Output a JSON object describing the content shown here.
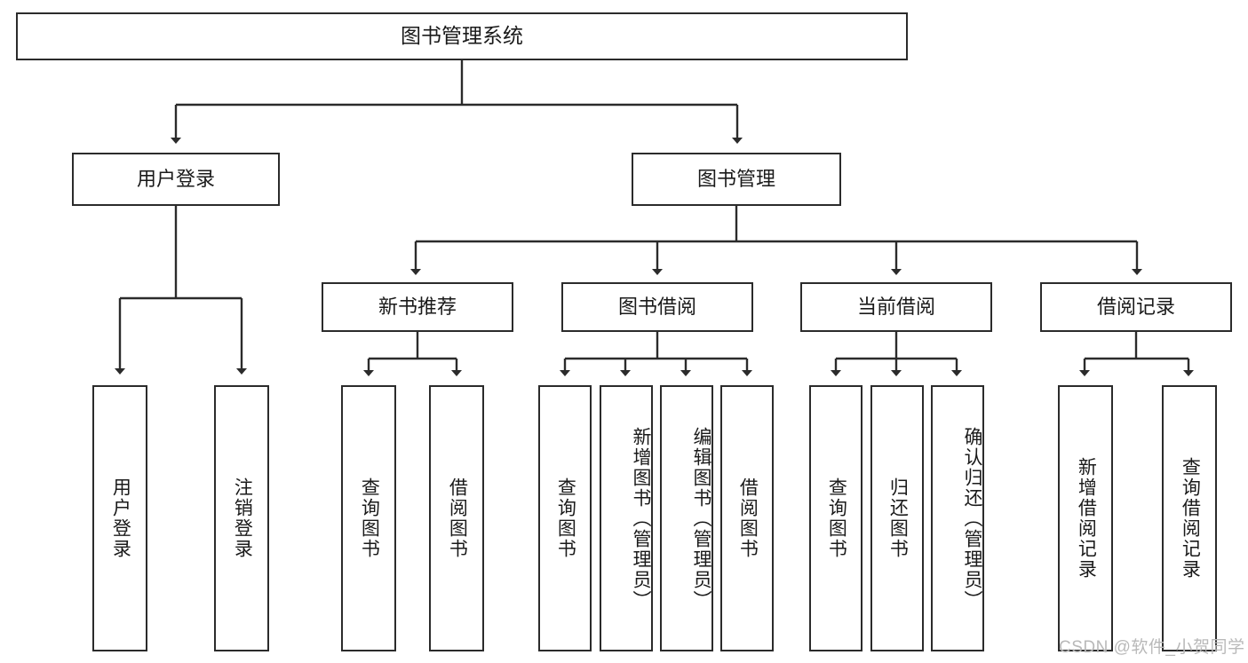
{
  "diagram": {
    "title": "图书管理系统",
    "root": {
      "label": "图书管理系统"
    },
    "level2": [
      {
        "label": "用户登录"
      },
      {
        "label": "图书管理"
      }
    ],
    "level3": [
      {
        "label": "新书推荐"
      },
      {
        "label": "图书借阅"
      },
      {
        "label": "当前借阅"
      },
      {
        "label": "借阅记录"
      }
    ],
    "leaves": {
      "user_login": [
        {
          "label": "用户登录"
        },
        {
          "label": "注销登录"
        }
      ],
      "new_book_recommend": [
        {
          "label": "查询图书"
        },
        {
          "label": "借阅图书"
        }
      ],
      "book_borrow": [
        {
          "label": "查询图书"
        },
        {
          "label": "新增图书（管理员）"
        },
        {
          "label": "编辑图书（管理员）"
        },
        {
          "label": "借阅图书"
        }
      ],
      "current_borrow": [
        {
          "label": "查询图书"
        },
        {
          "label": "归还图书"
        },
        {
          "label": "确认归还（管理员）"
        }
      ],
      "borrow_records": [
        {
          "label": "新增借阅记录"
        },
        {
          "label": "查询借阅记录"
        }
      ]
    },
    "watermark": "CSDN @软件_小贺同学",
    "colors": {
      "stroke": "#2b2b2b",
      "text": "#1a1a1a",
      "background": "#ffffff",
      "watermark": "#b9b9b9"
    }
  }
}
